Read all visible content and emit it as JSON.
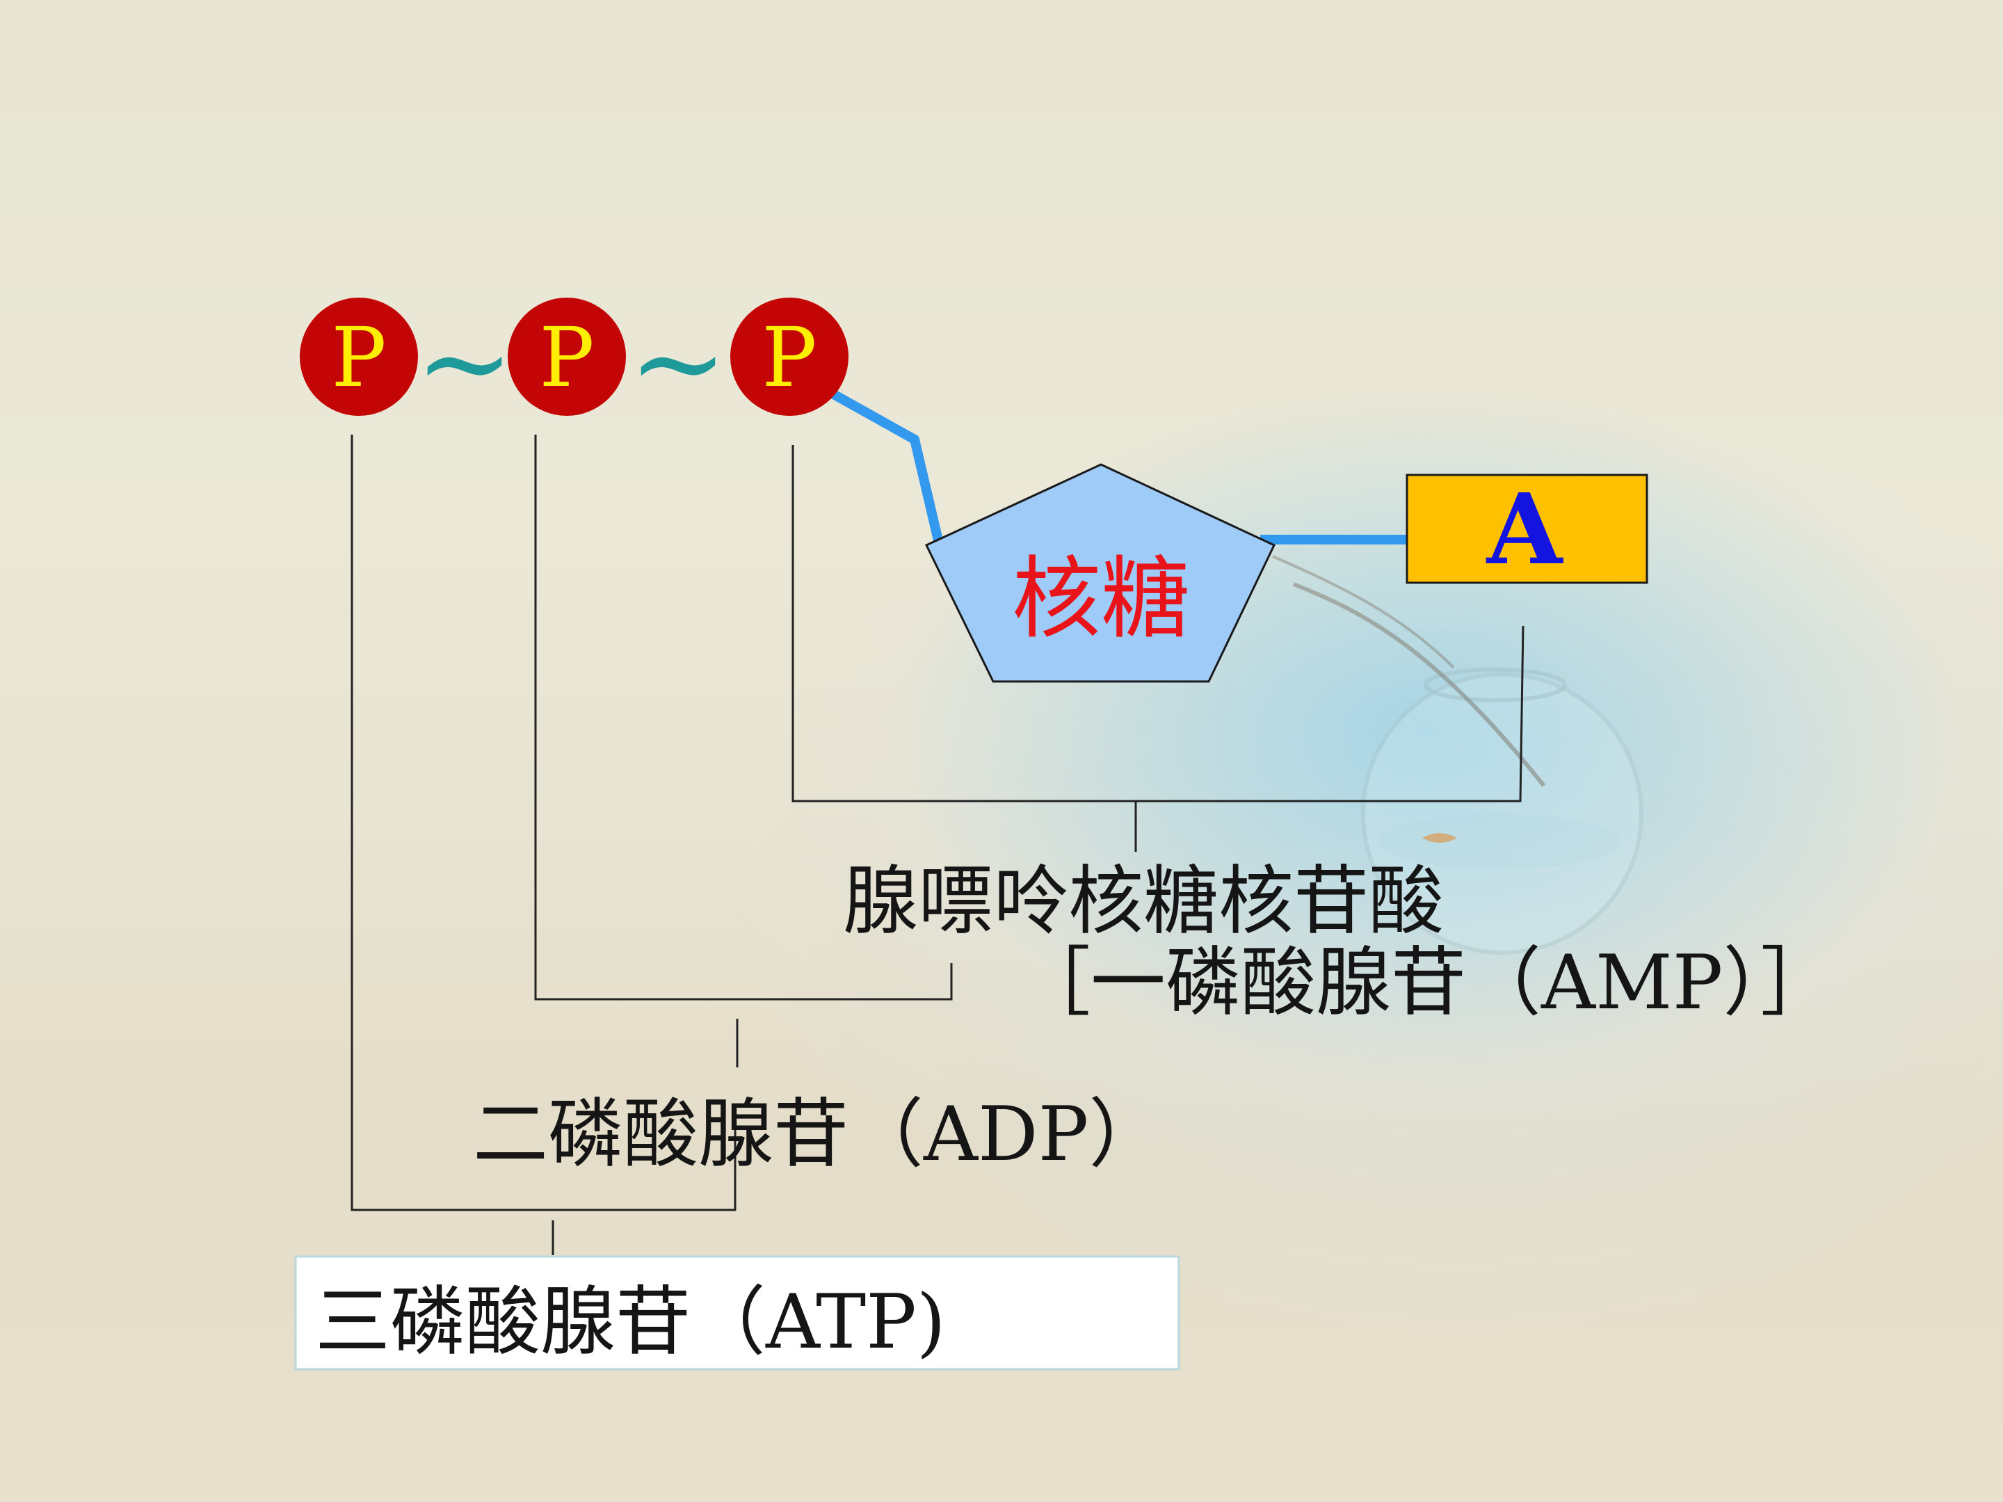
{
  "molecule": {
    "phosphate_label": "P",
    "high_energy_bond": "~",
    "sugar_label": "核糖",
    "base_label": "A"
  },
  "names": {
    "amp_line1": "腺嘌呤核糖核苷酸",
    "amp_line2": "［一磷酸腺苷（AMP）］",
    "adp": "二磷酸腺苷（ADP）",
    "atp": "三磷酸腺苷（ATP)"
  },
  "colors": {
    "phosphate_fill": "#c30505",
    "phosphate_text": "#ffee00",
    "bond_tilde": "#1e9a9a",
    "link_line": "#3399ee",
    "sugar_fill": "#9ecbf7",
    "sugar_text": "#e8141a",
    "base_fill": "#ffc000",
    "base_text": "#1414e0"
  }
}
